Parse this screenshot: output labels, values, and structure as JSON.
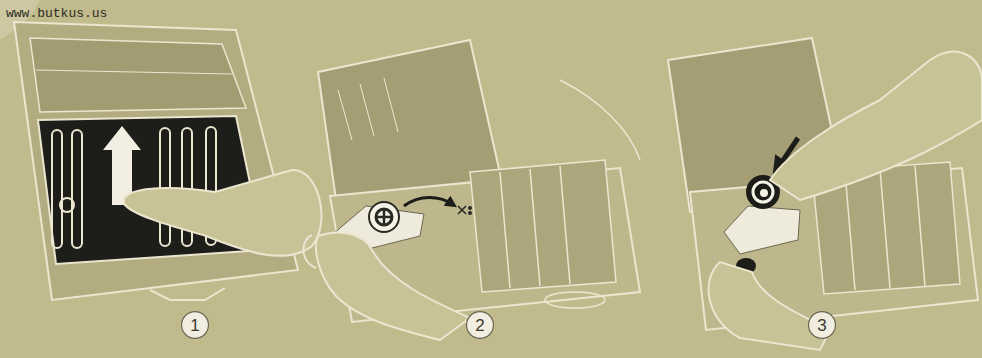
{
  "diagram": {
    "nodes": [
      {
        "text": [
          "1"
        ]
      },
      {
        "text": [
          "2"
        ]
      },
      {
        "text": [
          "3"
        ]
      }
    ],
    "labels": [
      "www.butkus.us"
    ]
  }
}
